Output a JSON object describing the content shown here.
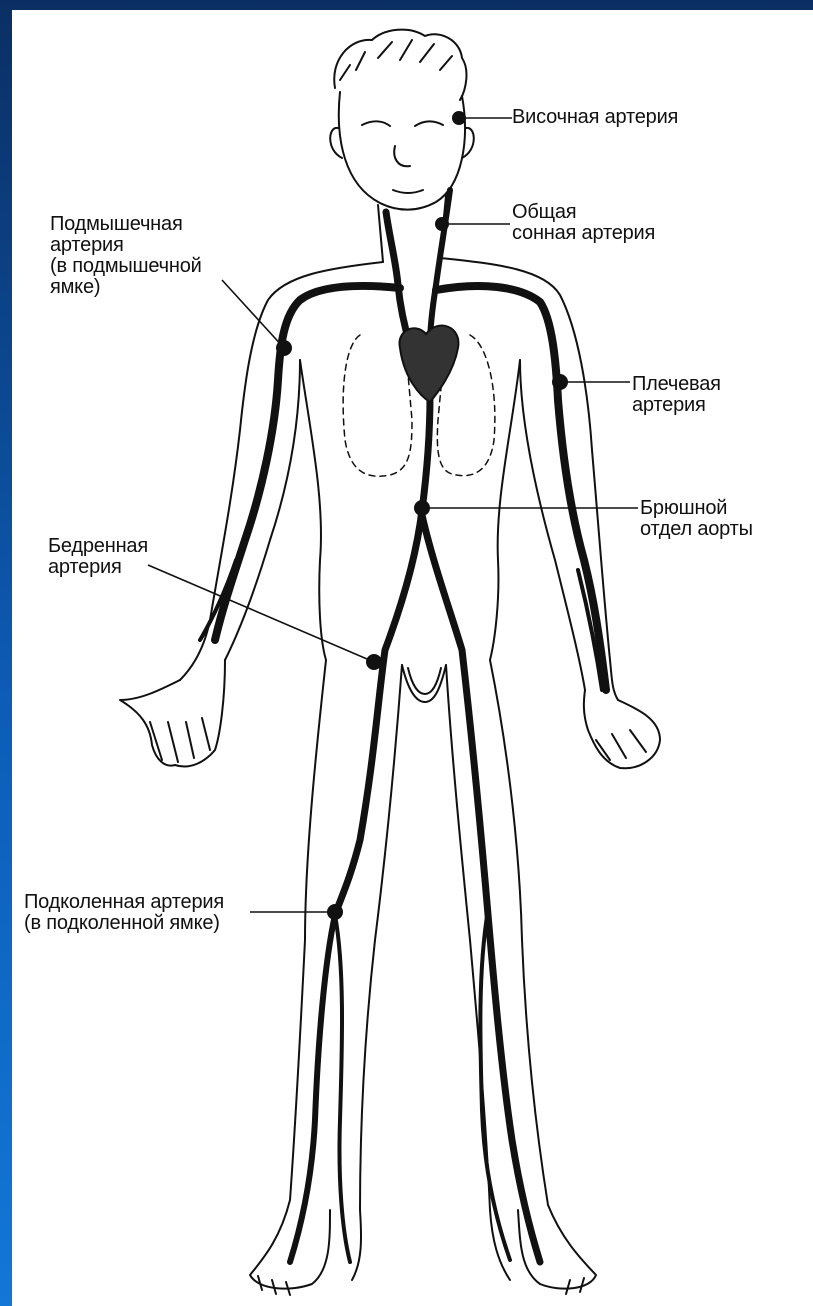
{
  "colors": {
    "frame": "#0d5db8",
    "canvas": "#ffffff",
    "ink": "#111111"
  },
  "labels": {
    "temporal": "Височная артерия",
    "carotid": "Общая\nсонная артерия",
    "axillary": "Подмышечная\nартерия\n(в подмышечной\nямке)",
    "brachial": "Плечевая\nартерия",
    "aorta": "Брюшной\nотдел аорты",
    "femoral": "Бедренная\nартерия",
    "popliteal": "Подколенная артерия\n(в подколенной ямке)"
  },
  "pulse_points": [
    "temporal",
    "carotid",
    "axillary",
    "brachial",
    "aorta",
    "femoral",
    "popliteal"
  ]
}
